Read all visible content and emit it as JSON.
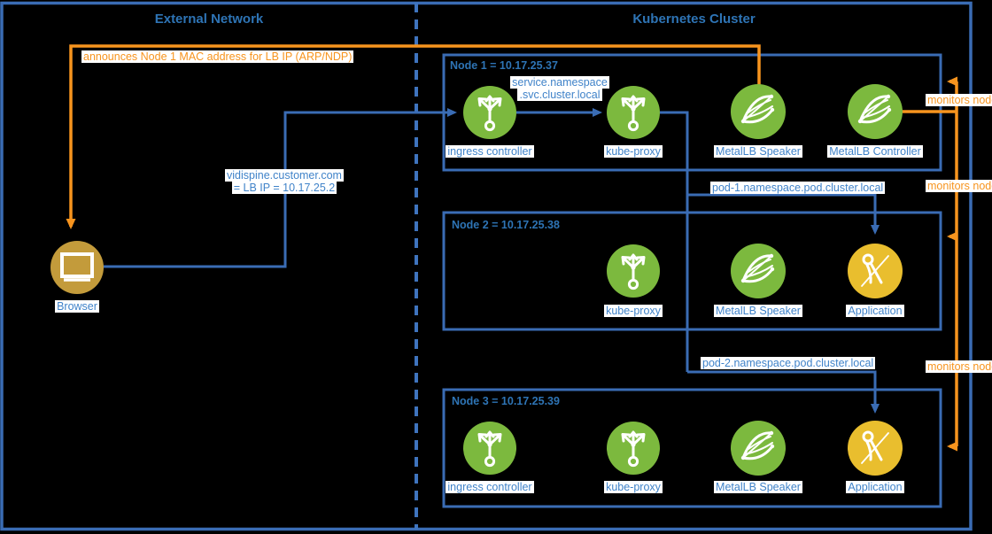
{
  "diagram": {
    "external_title": "External Network",
    "cluster_title": "Kubernetes Cluster",
    "browser_label": "Browser",
    "nodes": [
      {
        "title": "Node 1 = 10.17.25.37",
        "components": [
          "ingress controller",
          "kube-proxy",
          "MetalLB Speaker",
          "MetalLB Controller"
        ]
      },
      {
        "title": "Node 2 = 10.17.25.38",
        "components": [
          "kube-proxy",
          "MetalLB Speaker",
          "Application"
        ]
      },
      {
        "title": "Node 3 = 10.17.25.39",
        "components": [
          "ingress controller",
          "kube-proxy",
          "MetalLB Speaker",
          "Application"
        ]
      }
    ],
    "edge_labels": {
      "announce": "announces Node 1 MAC address for LB IP (ARP/NDP)",
      "vidispine_line1": "vidispine.customer.com",
      "vidispine_line2": "= LB IP = 10.17.25.2",
      "service_line1": "service.namespace",
      "service_line2": ".svc.cluster.local",
      "pod1": "pod-1.namespace.pod.cluster.local",
      "pod2": "pod-2.namespace.pod.cluster.local",
      "monitors1": "monitors node",
      "monitors2": "monitors node",
      "monitors3": "monitors node"
    },
    "colors": {
      "line_blue": "#3A6CB4",
      "title_blue": "#2E74B5",
      "label_blue": "#4083C9",
      "orange": "#F7941E",
      "green": "#7CB93E",
      "app_yellow": "#E9BE2E",
      "browser_gold": "#C39B3B",
      "label_bg": "#FFFFFF",
      "background": "#000000"
    }
  }
}
